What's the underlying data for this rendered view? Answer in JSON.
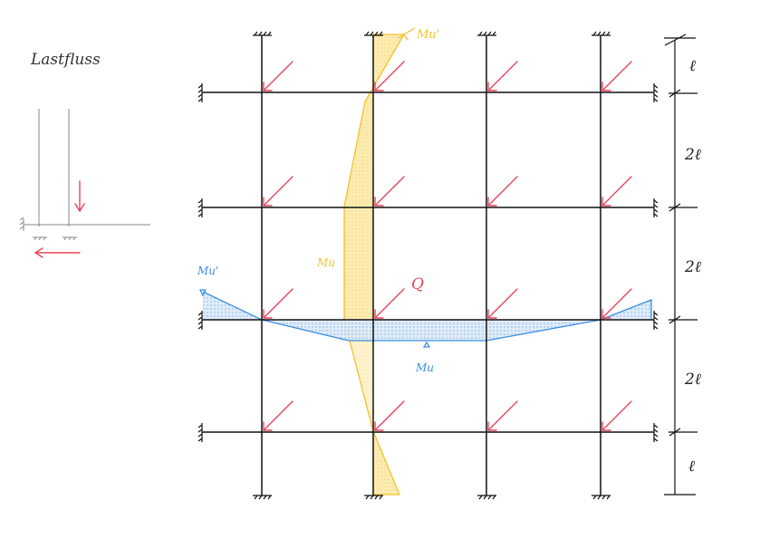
{
  "title": "Lastfluss",
  "labels": {
    "mu_prime_top": "Mu'",
    "mu_vertical": "Mu",
    "mu_prime_left": "Mu'",
    "mu_horizontal": "Mu",
    "load": "Q"
  },
  "dimensions": [
    "ℓ",
    "2ℓ",
    "2ℓ",
    "2ℓ",
    "ℓ"
  ],
  "colors": {
    "load": "#e8445a",
    "vertical_moment": "#f2c230",
    "horizontal_moment": "#3d8fe0",
    "structure": "#111111"
  }
}
